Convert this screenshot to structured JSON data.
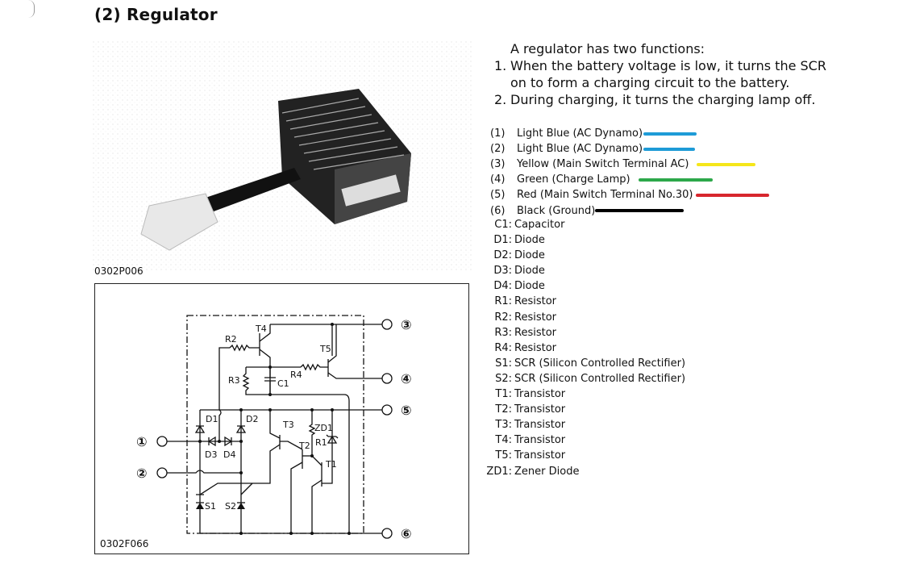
{
  "page": {
    "title": "(2) Regulator",
    "photo_code": "0302P006",
    "diagram_code": "0302F066"
  },
  "intro": {
    "heading": "A regulator has two functions:",
    "items": [
      {
        "num": "1.",
        "line1": "When the battery voltage is low, it turns the SCR",
        "line2": "on to form a charging circuit to the battery."
      },
      {
        "num": "2.",
        "line1": "During charging, it turns the charging lamp off.",
        "line2": ""
      }
    ]
  },
  "wires": [
    {
      "key": "(1)",
      "label": "Light Blue (AC Dynamo)",
      "color": "#1e9bd7"
    },
    {
      "key": "(2)",
      "label": "Light Blue (AC Dynamo)",
      "color": "#1e9bd7"
    },
    {
      "key": "(3)",
      "label": "Yellow (Main Switch Terminal AC)",
      "color": "#f5e61a"
    },
    {
      "key": "(4)",
      "label": "Green (Charge Lamp)",
      "color": "#2da84a"
    },
    {
      "key": "(5)",
      "label": "Red (Main Switch Terminal No.30)",
      "color": "#d7262e"
    },
    {
      "key": "(6)",
      "label": "Black (Ground)",
      "color": "#000000"
    }
  ],
  "components": [
    {
      "key": "C1:",
      "label": "Capacitor"
    },
    {
      "key": "D1:",
      "label": "Diode"
    },
    {
      "key": "D2:",
      "label": "Diode"
    },
    {
      "key": "D3:",
      "label": "Diode"
    },
    {
      "key": "D4:",
      "label": "Diode"
    },
    {
      "key": "R1:",
      "label": "Resistor"
    },
    {
      "key": "R2:",
      "label": "Resistor"
    },
    {
      "key": "R3:",
      "label": "Resistor"
    },
    {
      "key": "R4:",
      "label": "Resistor"
    },
    {
      "key": "S1:",
      "label": "SCR (Silicon Controlled Rectifier)"
    },
    {
      "key": "S2:",
      "label": "SCR (Silicon Controlled Rectifier)"
    },
    {
      "key": "T1:",
      "label": "Transistor"
    },
    {
      "key": "T2:",
      "label": "Transistor"
    },
    {
      "key": "T3:",
      "label": "Transistor"
    },
    {
      "key": "T4:",
      "label": "Transistor"
    },
    {
      "key": "T5:",
      "label": "Transistor"
    },
    {
      "key": "ZD1:",
      "label": "Zener Diode"
    }
  ],
  "schematic": {
    "terminals": [
      "①",
      "②",
      "③",
      "④",
      "⑤",
      "⑥"
    ],
    "labels": {
      "T4": "T4",
      "T5": "T5",
      "T3": "T3",
      "T2": "T2",
      "T1": "T1",
      "R2": "R2",
      "R3": "R3",
      "R4": "R4",
      "R1": "R1",
      "C1": "C1",
      "D1": "D1",
      "D2": "D2",
      "D3": "D3",
      "D4": "D4",
      "ZD1": "ZD1",
      "S1": "S1",
      "S2": "S2"
    }
  }
}
